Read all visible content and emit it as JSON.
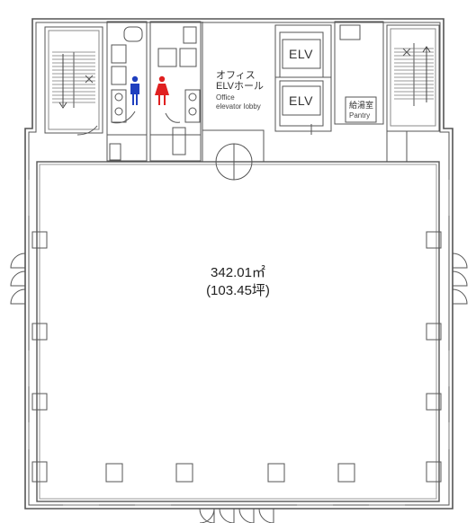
{
  "area": {
    "size": "342.01㎡",
    "tsubo": "(103.45坪)"
  },
  "elevator_lobby": {
    "jp_line1": "オフィス",
    "jp_line2": "ELVホール",
    "en_line1": "Office",
    "en_line2": "elevator lobby"
  },
  "elevators": [
    {
      "label": "ELV"
    },
    {
      "label": "ELV"
    }
  ],
  "pantry": {
    "jp": "給湯室",
    "en": "Pantry"
  },
  "restrooms": {
    "men_color": "#1f3fbf",
    "women_color": "#e02020"
  },
  "icons": {
    "men": "male-restroom-icon",
    "women": "female-restroom-icon"
  }
}
